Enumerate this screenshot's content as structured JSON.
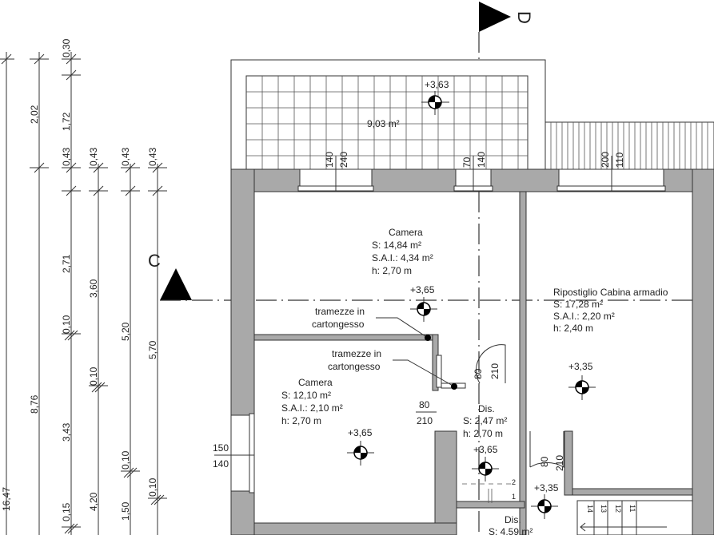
{
  "drawing": {
    "type": "architectural floor plan",
    "section_markers": [
      {
        "id": "C",
        "label": "C"
      },
      {
        "id": "D",
        "label": "D"
      }
    ],
    "terrace": {
      "area": "9,03 m²",
      "elevation": "+3,63"
    },
    "rooms": [
      {
        "name": "Camera",
        "surface": "S: 14,84 m²",
        "sai": "S.A.I.: 4,34 m²",
        "height": "h: 2,70 m",
        "elevation": "+3,65"
      },
      {
        "name": "Camera",
        "surface": "S: 12,10 m²",
        "sai": "S.A.I.: 2,10 m²",
        "height": "h: 2,70 m",
        "elevation": "+3,65"
      },
      {
        "name": "Ripostiglio Cabina armadio",
        "surface": "S: 17,28 m²",
        "sai": "S.A.I.: 2,20 m²",
        "height": "h: 2,40 m",
        "elevation": "+3,35"
      },
      {
        "name": "Dis.",
        "surface": "S: 2,47 m²",
        "height": "h: 2,70 m",
        "elevation": "+3,65"
      },
      {
        "name": "Dis.",
        "surface": "S: 4,59 m²",
        "elevation": "+3,35"
      }
    ],
    "notes": [
      {
        "text1": "tramezze in",
        "text2": "cartongesso"
      },
      {
        "text1": "tramezze in",
        "text2": "cartongesso"
      }
    ],
    "openings": {
      "win1_w": "140",
      "win1_h": "240",
      "win2_w": "70",
      "win2_h": "140",
      "win3_w": "200",
      "win3_h": "110",
      "win4_w": "150",
      "win4_h": "140",
      "door1_w": "80",
      "door1_h": "210",
      "door2_w": "80",
      "door2_h": "210",
      "door3_w": "80",
      "door3_h": "210"
    },
    "stair_steps": [
      "14",
      "13",
      "12",
      "11"
    ],
    "stair_marks": [
      "2",
      "1"
    ],
    "vertical_dimensions": {
      "chain1": [
        "16,47"
      ],
      "chain2": [
        "2,02",
        "8,76"
      ],
      "chain3": [
        "0,30",
        "1,72",
        "0,43",
        "2,71",
        "0,10",
        "3,43",
        "0,15"
      ],
      "chain4": [
        "0,43",
        "3,60",
        "0,10",
        "4,20"
      ],
      "chain5": [
        "0,43",
        "5,20",
        "0,10",
        "1,50"
      ],
      "chain6": [
        "0,43",
        "5,70",
        "0,10"
      ]
    }
  }
}
